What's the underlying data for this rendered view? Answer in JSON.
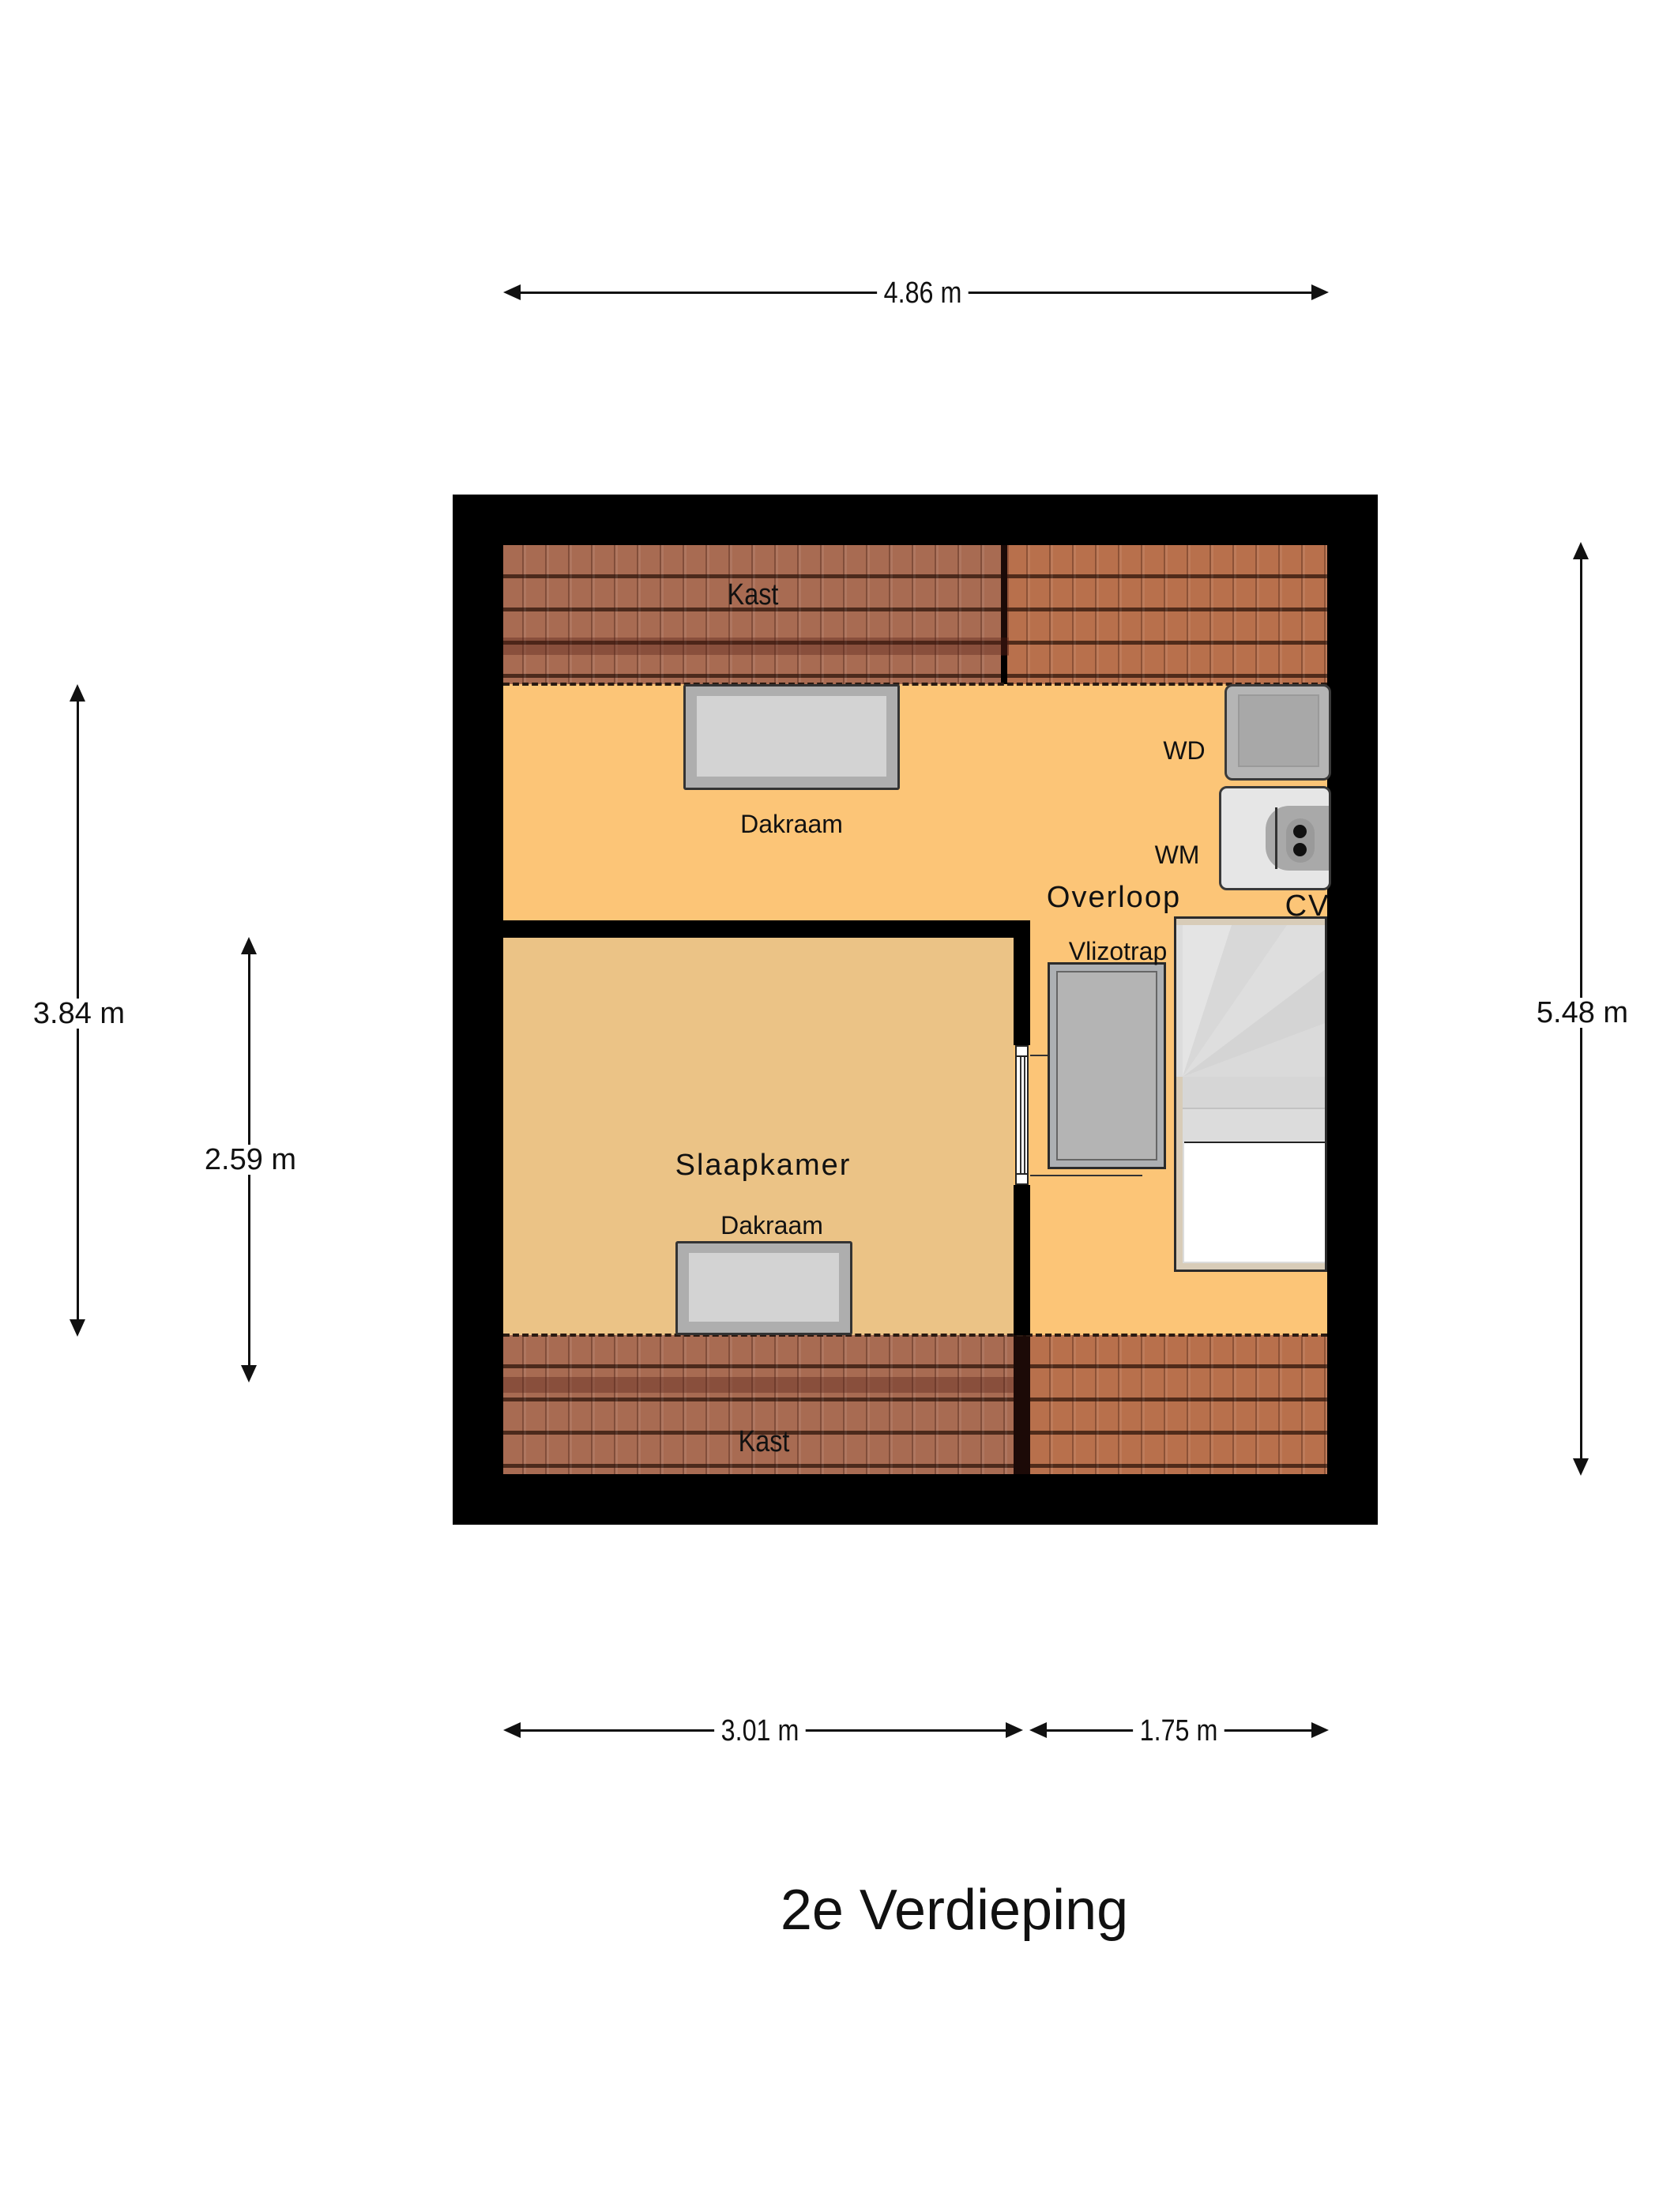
{
  "floor_title": "2e Verdieping",
  "dimensions": {
    "overall_width": "4.86 m",
    "overall_depth": "5.48 m",
    "left_depth": "3.84 m",
    "bedroom_depth": "2.59 m",
    "bedroom_width": "3.01 m",
    "landing_width": "1.75 m"
  },
  "rooms": {
    "kast_top": "Kast",
    "kast_bottom": "Kast",
    "overloop": "Overloop",
    "slaapkamer": "Slaapkamer"
  },
  "fixtures": {
    "dakraam_top": "Dakraam",
    "dakraam_bottom": "Dakraam",
    "wd": "WD",
    "wm": "WM",
    "cv": "CV",
    "vlizotrap": "Vlizotrap"
  },
  "colors": {
    "landing_floor": "#fcc577",
    "bedroom_floor": "#ebc386",
    "roof_tiles": "#a86b52",
    "wall": "#000000"
  }
}
